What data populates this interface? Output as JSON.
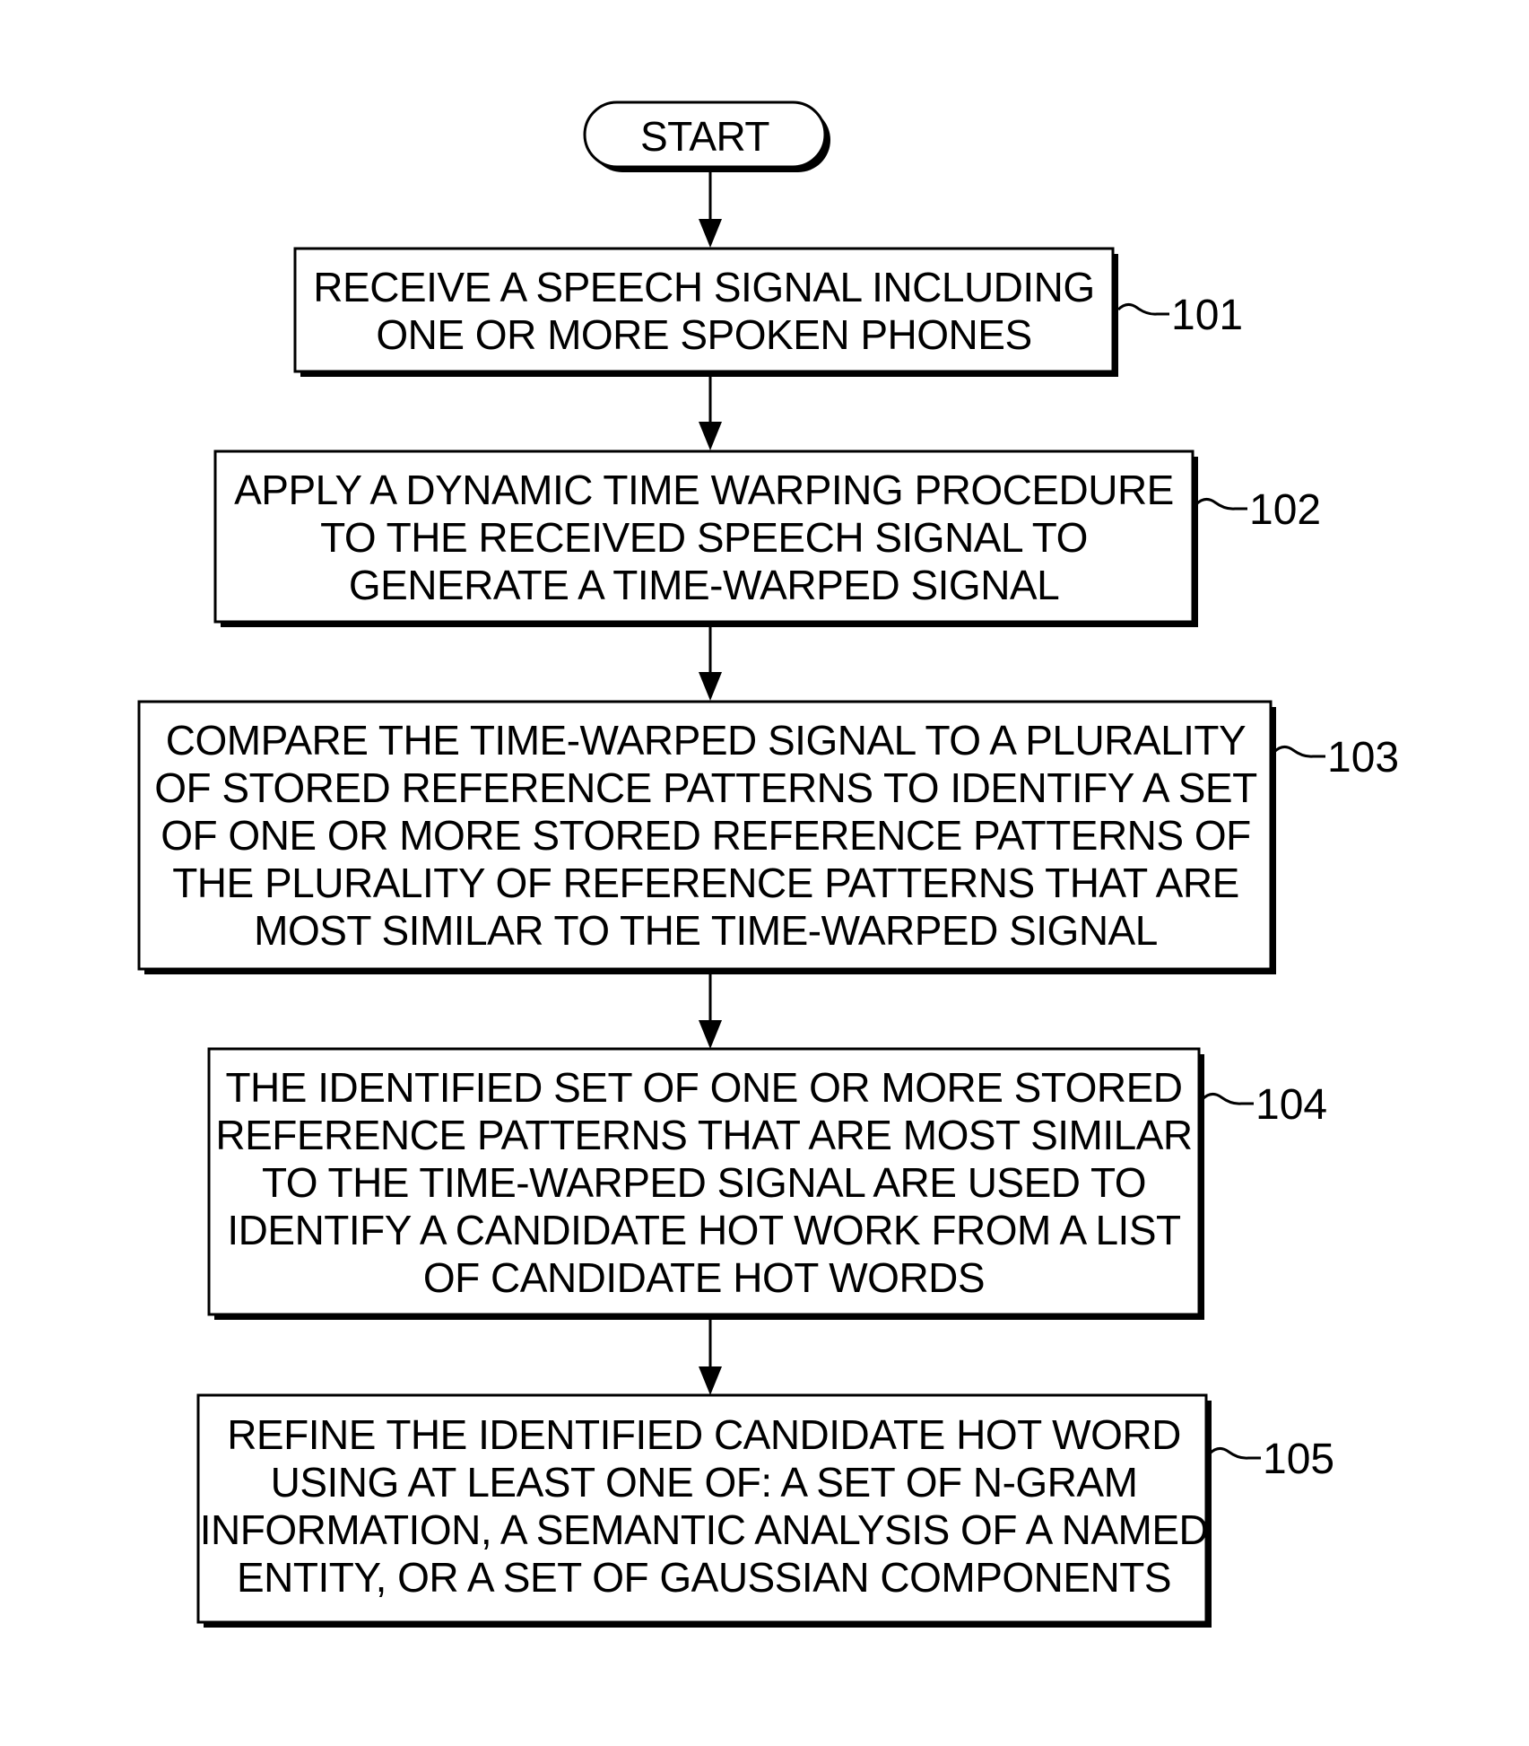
{
  "start": {
    "label": "START"
  },
  "steps": [
    {
      "ref": "101",
      "lines": [
        "RECEIVE A SPEECH SIGNAL INCLUDING",
        "ONE OR MORE SPOKEN PHONES"
      ]
    },
    {
      "ref": "102",
      "lines": [
        "APPLY A DYNAMIC TIME WARPING PROCEDURE",
        "TO THE RECEIVED SPEECH SIGNAL TO",
        "GENERATE A TIME-WARPED SIGNAL"
      ]
    },
    {
      "ref": "103",
      "lines": [
        "COMPARE THE TIME-WARPED SIGNAL TO A PLURALITY",
        "OF STORED REFERENCE PATTERNS TO IDENTIFY A SET",
        "OF ONE OR MORE STORED REFERENCE PATTERNS OF",
        "THE PLURALITY OF REFERENCE PATTERNS THAT ARE",
        "MOST SIMILAR TO THE TIME-WARPED SIGNAL"
      ]
    },
    {
      "ref": "104",
      "lines": [
        "THE IDENTIFIED SET OF ONE OR MORE STORED",
        "REFERENCE PATTERNS THAT ARE MOST SIMILAR",
        "TO THE TIME-WARPED SIGNAL ARE USED TO",
        "IDENTIFY A CANDIDATE HOT WORK FROM A LIST",
        "OF CANDIDATE HOT WORDS"
      ]
    },
    {
      "ref": "105",
      "lines": [
        "REFINE THE IDENTIFIED CANDIDATE HOT WORD",
        "USING AT LEAST ONE OF: A SET OF N-GRAM",
        "INFORMATION, A SEMANTIC ANALYSIS OF A NAMED",
        "ENTITY, OR A SET OF GAUSSIAN COMPONENTS"
      ]
    }
  ]
}
